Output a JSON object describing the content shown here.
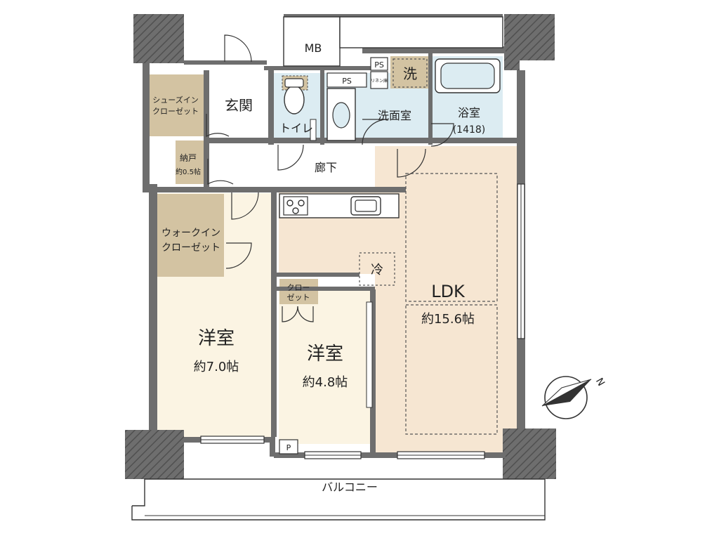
{
  "colors": {
    "ldk_floor": "#f6e6d2",
    "room_floor": "#fbf4e3",
    "storage_floor": "#d3c3a2",
    "wet_area": "#dcecf2",
    "wall": "#6e6e6e",
    "hall_floor": "#ffffff"
  },
  "labels": {
    "mb": "MB",
    "ps_top": "PS",
    "ps_mid": "PS",
    "wash_symbol": "洗",
    "linen": "リネン庫",
    "shoes_closet_line1": "シューズイン",
    "shoes_closet_line2": "クローゼット",
    "entrance": "玄関",
    "toilet": "トイレ",
    "washroom": "洗面室",
    "bathroom": "浴室",
    "bath_size": "(1418)",
    "storage_name": "納戸",
    "storage_size": "約0.5帖",
    "corridor": "廊下",
    "walkin_line1": "ウォークイン",
    "walkin_line2": "クローゼット",
    "fridge": "冷",
    "closet_line1": "クロー",
    "closet_line2": "ゼット",
    "ldk": "LDK",
    "ldk_size": "約15.6帖",
    "room1_name": "洋室",
    "room1_size": "約7.0帖",
    "room2_name": "洋室",
    "room2_size": "約4.8帖",
    "pipe_space": "P",
    "balcony": "バルコニー",
    "north": "N"
  },
  "icons": {
    "compass": "north-arrow-icon",
    "stove": "stove-icon",
    "sink": "kitchen-sink-icon",
    "toilet": "toilet-icon",
    "basin": "wash-basin-icon",
    "bathtub": "bathtub-icon"
  }
}
